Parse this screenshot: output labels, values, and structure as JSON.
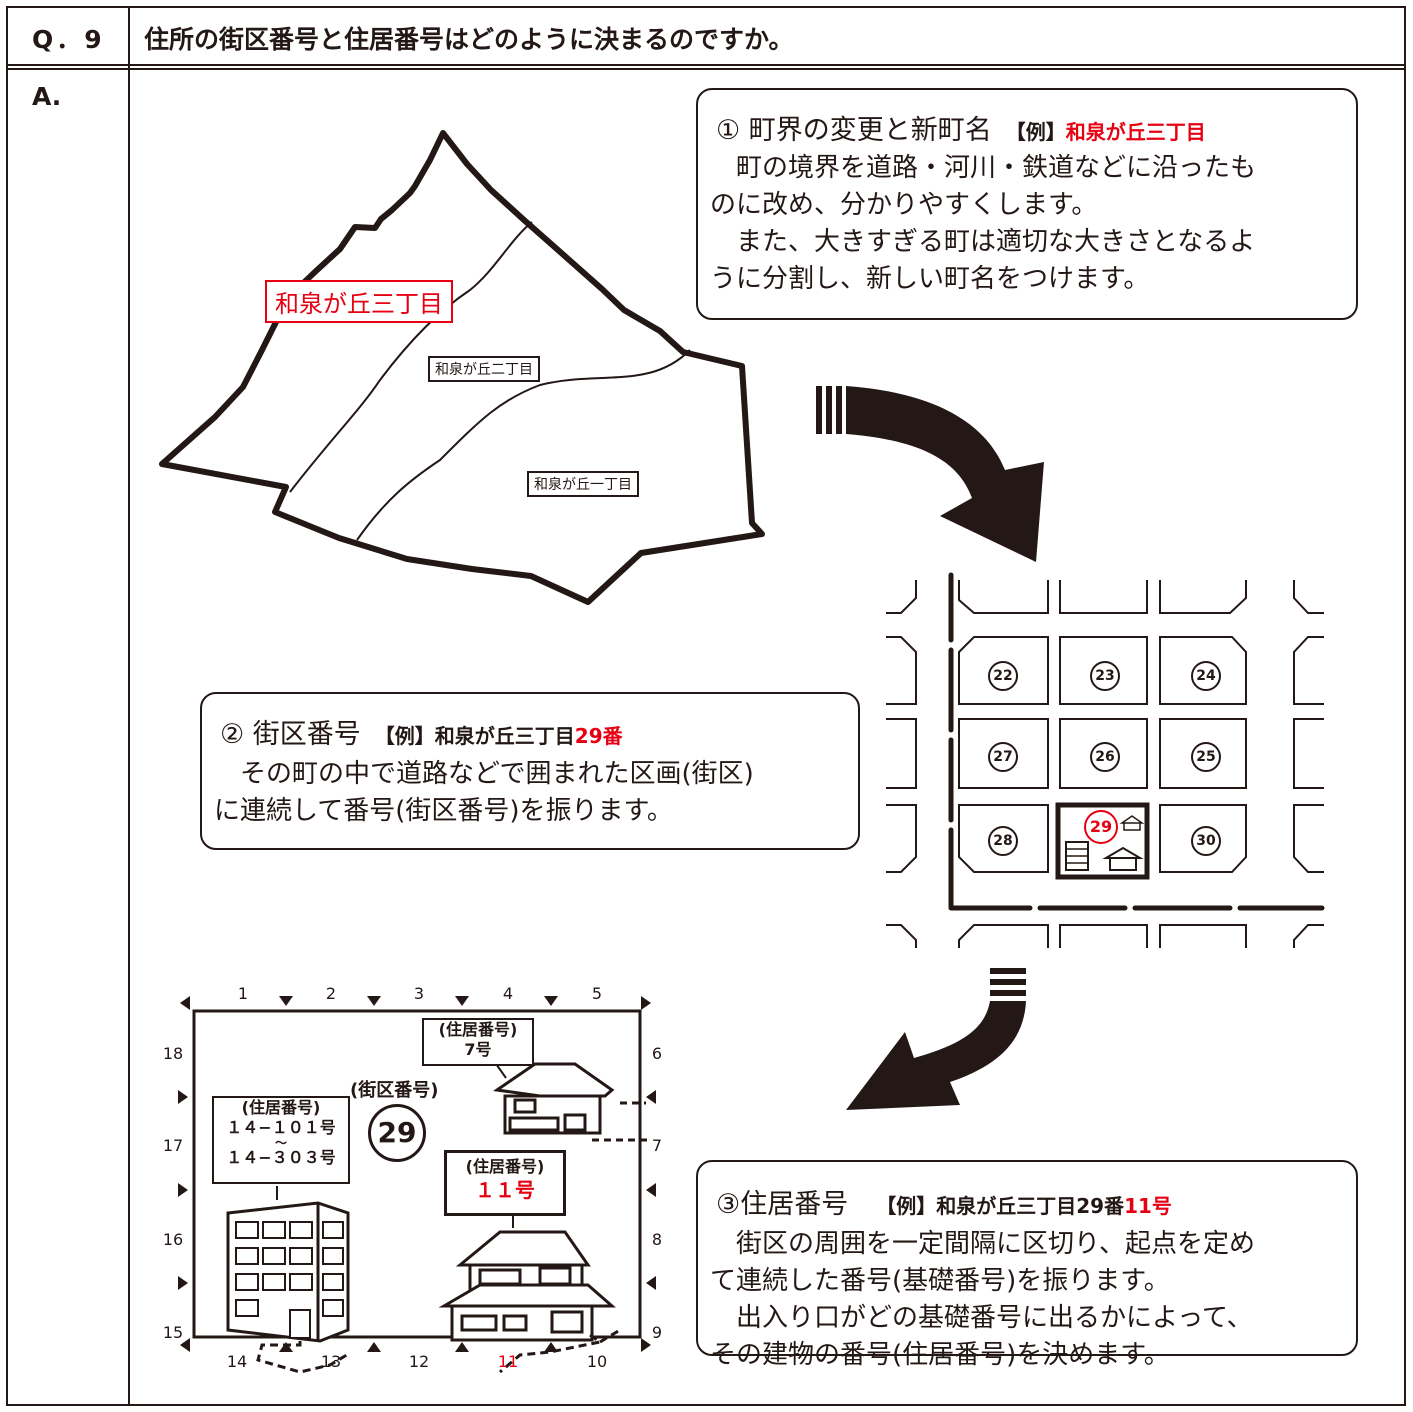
{
  "question": {
    "number": "Q．9",
    "text": "住所の街区番号と住居番号はどのように決まるのですか。"
  },
  "answer_label": "A.",
  "step1": {
    "title": "① 町界の変更と新町名",
    "example_prefix": "【例】",
    "example_value": "和泉が丘三丁目",
    "body": "　町の境界を道路・河川・鉄道などに沿ったも\nのに改め、分かりやすくします。\n　また、大きすぎる町は適切な大きさとなるよ\nうに分割し、新しい町名をつけます。"
  },
  "map": {
    "new_town": "和泉が丘三丁目",
    "old_town_2": "和泉が丘二丁目",
    "old_town_1": "和泉が丘一丁目"
  },
  "step2": {
    "title": "② 街区番号",
    "example_prefix": "【例】和泉が丘三丁目",
    "example_value": "29番",
    "body": "　その町の中で道路などで囲まれた区画(街区)\nに連続して番号(街区番号)を振ります。"
  },
  "grid_blocks": [
    "22",
    "23",
    "24",
    "27",
    "26",
    "25",
    "28",
    "29",
    "30"
  ],
  "step3": {
    "title": "③住居番号",
    "example_prefix": "【例】和泉が丘三丁目29番",
    "example_value": "11号",
    "body": "　街区の周囲を一定間隔に区切り、起点を定め\nて連続した番号(基礎番号)を振ります。\n　出入り口がどの基礎番号に出るかによって、\nその建物の番号(住居番号)を決めます。"
  },
  "block_diagram": {
    "top_numbers": [
      "1",
      "2",
      "3",
      "4",
      "5"
    ],
    "right_numbers": [
      "6",
      "7",
      "8",
      "9"
    ],
    "bottom_numbers": [
      "14",
      "13",
      "12",
      "11",
      "10"
    ],
    "left_numbers": [
      "18",
      "17",
      "16",
      "15"
    ],
    "highlight_number": "11",
    "block_label": "(街区番号)",
    "block_number": "29",
    "house7_label": "(住居番号)",
    "house7_value": "7号",
    "apartment_label": "(住居番号)",
    "apartment_line1": "１４−１０１号",
    "apartment_tilde": "〜",
    "apartment_line2": "１４−３０３号",
    "house11_label": "(住居番号)",
    "house11_value": "１１号"
  },
  "colors": {
    "accent": "#e60012",
    "ink": "#231815"
  }
}
